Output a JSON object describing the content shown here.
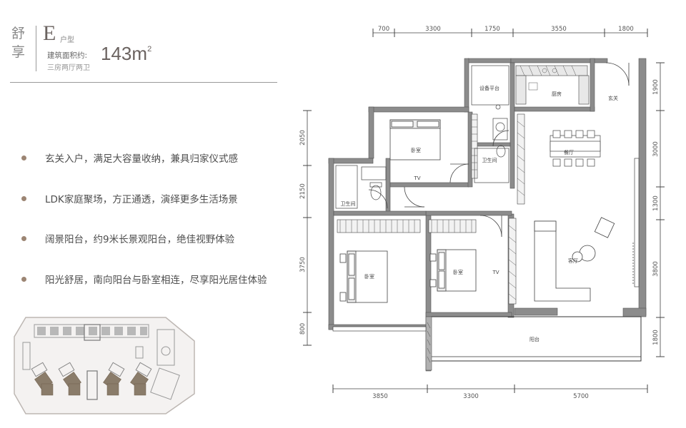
{
  "brand": {
    "line1": "舒",
    "line2": "享"
  },
  "unit": {
    "type_letter": "E",
    "type_label": "户型",
    "area_label": "建筑面积约:",
    "area_value": "143",
    "area_unit": "m",
    "area_sup": "2",
    "layout": "三房两厅两卫"
  },
  "features": [
    "玄关入户，满足大容量收纳，兼具归家仪式感",
    "LDK家庭聚场，方正通透，演绎更多生活场景",
    "阔景阳台，约9米长景观阳台，绝佳视野体验",
    "阳光舒居，南向阳台与卧室相连，尽享阳光居住体验"
  ],
  "dimensions": {
    "top": [
      "700",
      "3300",
      "1750",
      "3550",
      "1800"
    ],
    "bottom": [
      "3850",
      "3300",
      "5700"
    ],
    "left": [
      "2050",
      "2150",
      "3750",
      "800"
    ],
    "right": [
      "1900",
      "3000",
      "1300",
      "3800",
      "1800"
    ]
  },
  "rooms": {
    "equipment": "设备平台",
    "kitchen": "厨房",
    "entrance": "玄关",
    "dining": "餐厅",
    "living": "客厅",
    "balcony": "阳台",
    "bedroom_top": "卧室",
    "bedroom_left": "卧室",
    "bedroom_mid": "卧室",
    "bath_left": "卫生间",
    "bath_right": "卫生间",
    "tv_top": "TV",
    "tv_mid": "TV"
  },
  "colors": {
    "wall": "#8c8c8c",
    "wall_dark": "#6d6d6d",
    "accent": "#9c8573",
    "line": "#333333"
  }
}
